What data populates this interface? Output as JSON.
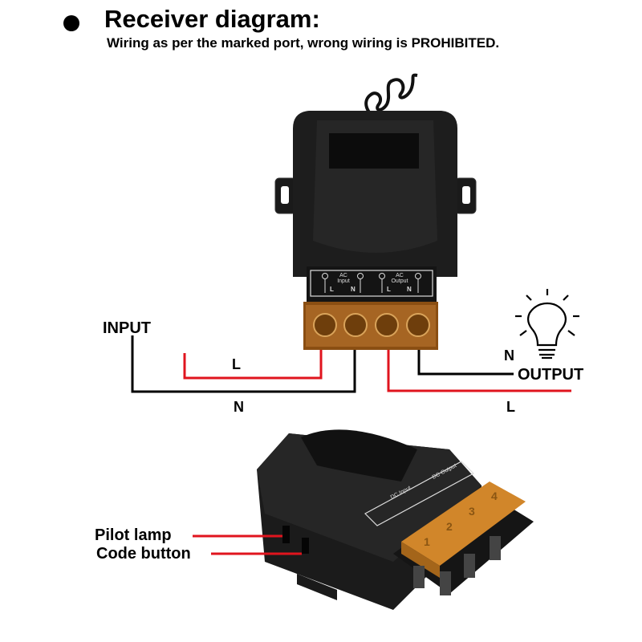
{
  "header": {
    "bullet_icon": "filled-circle",
    "title": "Receiver diagram:",
    "subtitle": "Wiring as per the marked port, wrong wiring is PROHIBITED."
  },
  "top_device": {
    "panel_labels": {
      "ac_input": "AC Input",
      "ac_output": "AC Output",
      "l": "L",
      "n": "N"
    }
  },
  "wiring": {
    "input_label": "INPUT",
    "input_l": "L",
    "input_n": "N",
    "output_label": "OUTPUT",
    "output_n": "N",
    "output_l": "L",
    "colors": {
      "live": "#e0141e",
      "neutral": "#000000"
    }
  },
  "bottom_device": {
    "panel_labels": {
      "dc_input": "DC Input",
      "dc_output": "DC Output"
    },
    "terminal_numbers": [
      "1",
      "2",
      "3",
      "4"
    ],
    "callouts": [
      "Pilot lamp",
      "Code button"
    ]
  }
}
